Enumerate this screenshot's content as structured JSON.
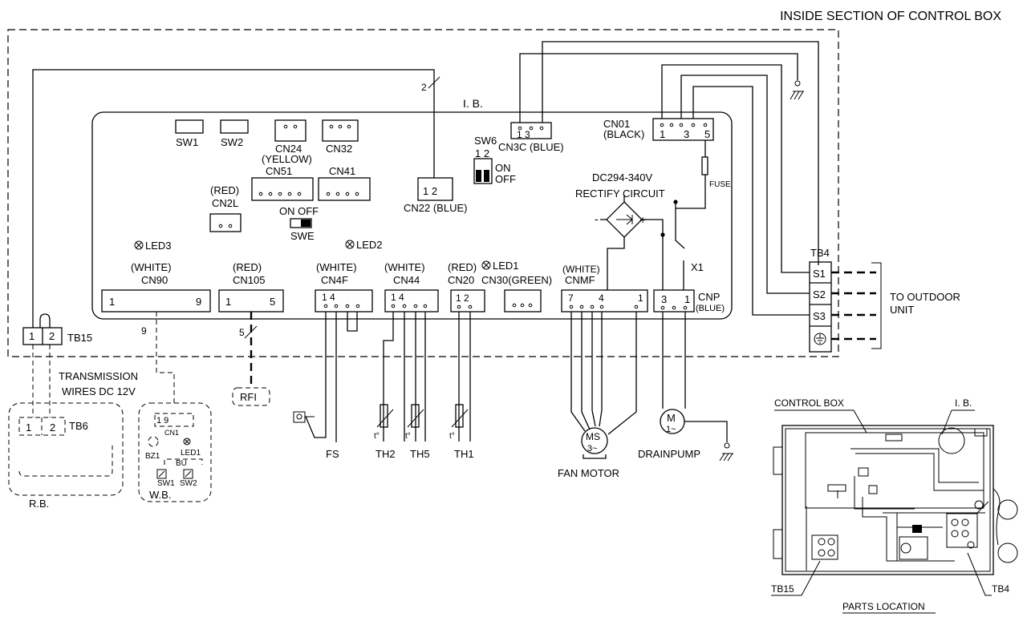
{
  "title": "INSIDE SECTION OF CONTROL BOX",
  "board": {
    "ib": "I. B.",
    "sw1": "SW1",
    "sw2": "SW2",
    "cn24": "CN24",
    "cn24_color": "(YELLOW)",
    "cn32": "CN32",
    "cn51": "CN51",
    "cn41": "CN41",
    "cn2l_color": "(RED)",
    "cn2l": "CN2L",
    "swe_onoff": "ON OFF",
    "swe": "SWE",
    "led3": "LED3",
    "led2": "LED2",
    "led1": "LED1",
    "cn22_pins": "1  2",
    "cn22": "CN22 (BLUE)",
    "sw6": "SW6",
    "sw6_pins": "1 2",
    "sw6_on": "ON",
    "sw6_off": "OFF",
    "cn3c_pins": "1  3",
    "cn3c": "CN3C (BLUE)",
    "cn01": "CN01",
    "cn01_color": "(BLACK)",
    "cn01_pins": [
      "1",
      "3",
      "5"
    ],
    "fuse": "FUSE",
    "dc": "DC294-340V",
    "rectify": "RECTIFY CIRCUIT",
    "minus": "-",
    "plus": "+",
    "x1": "X1",
    "cn90_color": "(WHITE)",
    "cn90": "CN90",
    "cn90_pin1": "1",
    "cn90_pin9": "9",
    "cn105_color": "(RED)",
    "cn105": "CN105",
    "cn105_pin1": "1",
    "cn105_pin5": "5",
    "cn4f_color": "(WHITE)",
    "cn4f": "CN4F",
    "cn4f_pins": "1        4",
    "cn44_color": "(WHITE)",
    "cn44": "CN44",
    "cn44_pins": "1        4",
    "cn20_color": "(RED)",
    "cn20": "CN20",
    "cn20_pins": "1 2",
    "cn30": "CN30(GREEN)",
    "cnmf_color": "(WHITE)",
    "cnmf": "CNMF",
    "cnmf_pins": [
      "7",
      "4",
      "1"
    ],
    "cnp": "CNP",
    "cnp_color": "(BLUE)",
    "cnp_pins": [
      "3",
      "1"
    ],
    "wire_count_2": "2",
    "wire_count_9": "9",
    "wire_count_5": "5"
  },
  "terminals": {
    "tb4": "TB4",
    "s1": "S1",
    "s2": "S2",
    "s3": "S3",
    "to_outdoor_1": "TO OUTDOOR",
    "to_outdoor_2": "UNIT",
    "tb15": "TB15",
    "tb15_1": "1",
    "tb15_2": "2"
  },
  "external": {
    "transmission_1": "TRANSMISSION",
    "transmission_2": "WIRES DC 12V",
    "tb6": "TB6",
    "tb6_1": "1",
    "tb6_2": "2",
    "rb": "R.B.",
    "wb": "W.B.",
    "wb_cn1": "CN1",
    "wb_pins": "1   9",
    "bz1": "BZ1",
    "wb_led1": "LED1",
    "bu": "BU",
    "wb_sw1": "SW1",
    "wb_sw2": "SW2",
    "rfi": "RFI",
    "fs": "FS",
    "th2": "TH2",
    "th5": "TH5",
    "th1": "TH1",
    "t_deg": "t°",
    "ms": "MS",
    "ms_phase": "3~",
    "fan_motor": "FAN MOTOR",
    "m": "M",
    "m_phase": "1~",
    "drainpump": "DRAINPUMP"
  },
  "parts_location": {
    "control_box": "CONTROL BOX",
    "ib": "I. B.",
    "tb15": "TB15",
    "tb4": "TB4",
    "title": "PARTS LOCATION"
  }
}
